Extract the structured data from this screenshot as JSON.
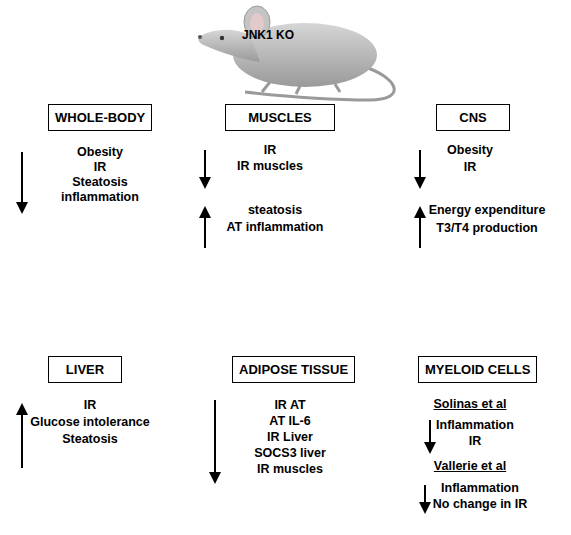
{
  "diagram": {
    "nodes": [
      {
        "text": [
          "WHOLE-BODY"
        ]
      },
      {
        "text": [
          "MUSCLES"
        ]
      },
      {
        "text": [
          "CNS"
        ]
      },
      {
        "text": [
          "LIVER"
        ]
      },
      {
        "text": [
          "ADIPOSE TISSUE"
        ]
      },
      {
        "text": [
          "MYELOID CELLS"
        ]
      }
    ],
    "labels": [
      "JNK1 KO",
      "Obesity",
      "IR",
      "Steatosis",
      "inflammation",
      "IR",
      "IR muscles",
      "steatosis",
      "AT inflammation",
      "Obesity",
      "IR",
      "Energy expenditure",
      "T3/T4 production",
      "IR",
      "Glucose intolerance",
      "Steatosis",
      "IR AT",
      "AT IL-6",
      "IR Liver",
      "SOCS3 liver",
      "IR muscles",
      "Solinas et al",
      "Inflammation",
      "IR",
      "Vallerie et al",
      "Inflammation",
      "No change in IR"
    ]
  }
}
